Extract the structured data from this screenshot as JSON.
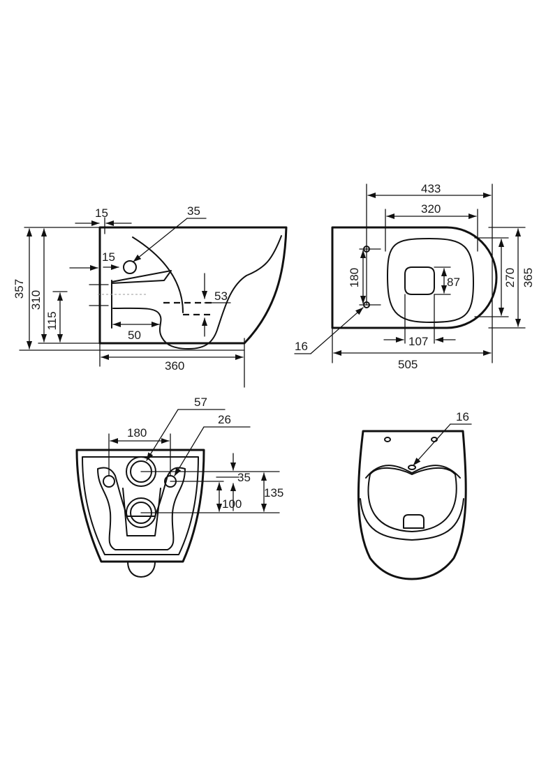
{
  "side_view": {
    "labels": {
      "top_offset": "15",
      "inlet_diameter": "35",
      "inlet_offset": "15",
      "outlet_width": "53",
      "outlet_depth": "50",
      "total_height": "357",
      "body_height": "310",
      "outlet_height": "115",
      "length": "360"
    }
  },
  "top_view": {
    "labels": {
      "outer_length": "433",
      "inner_length": "320",
      "bolt_spacing": "180",
      "drain_height": "87",
      "inner_width": "270",
      "total_width": "365",
      "bolt_hole": "16",
      "drain_width": "107",
      "total_length": "505"
    }
  },
  "rear_view": {
    "labels": {
      "outlet_diameter": "57",
      "bolt_diameter": "26",
      "bolt_spacing": "180",
      "inlet_diameter": "35",
      "bolt_height": "100",
      "inlet_height": "135"
    }
  },
  "front_view": {
    "labels": {
      "rim_hole": "16"
    }
  }
}
